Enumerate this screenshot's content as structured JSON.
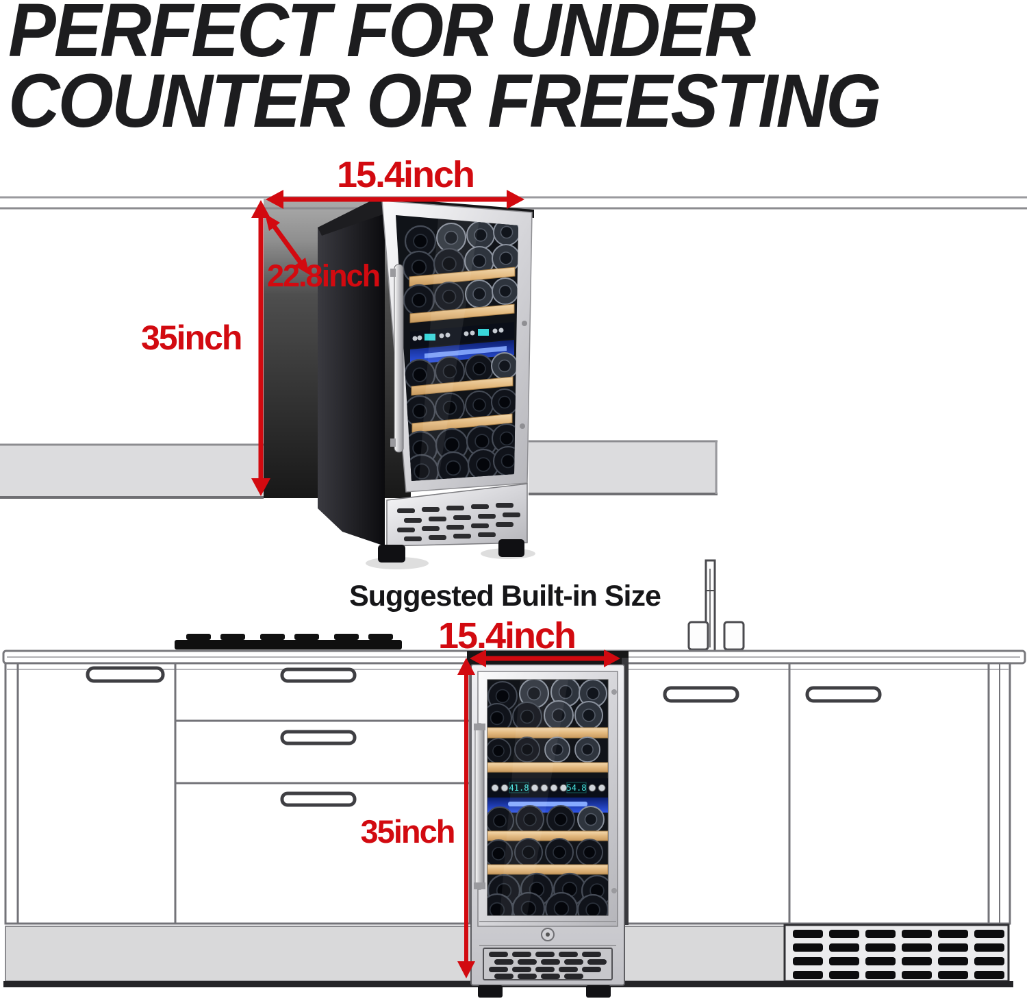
{
  "title": {
    "line1": "PERFECT FOR UNDER",
    "line2": "COUNTER OR FREESTING"
  },
  "top_diagram": {
    "width_label": "15.4inch",
    "depth_label": "22.8inch",
    "height_label": "35inch"
  },
  "bottom_diagram": {
    "heading": "Suggested Built-in Size",
    "width_label": "15.4inch",
    "height_label": "35inch",
    "temp_display_left": "41.8",
    "temp_display_right": "54.8"
  },
  "colors": {
    "accent_red": "#d20a10",
    "title_black": "#1d1d1f",
    "line_gray": "#8b8b8f",
    "baseboard_gray": "#dcdcde",
    "stainless": "#d7d7db",
    "wood_shelf": "#e3b97f",
    "lcd_cyan": "#4ae8e4",
    "glow_blue": "#2f56e8"
  }
}
